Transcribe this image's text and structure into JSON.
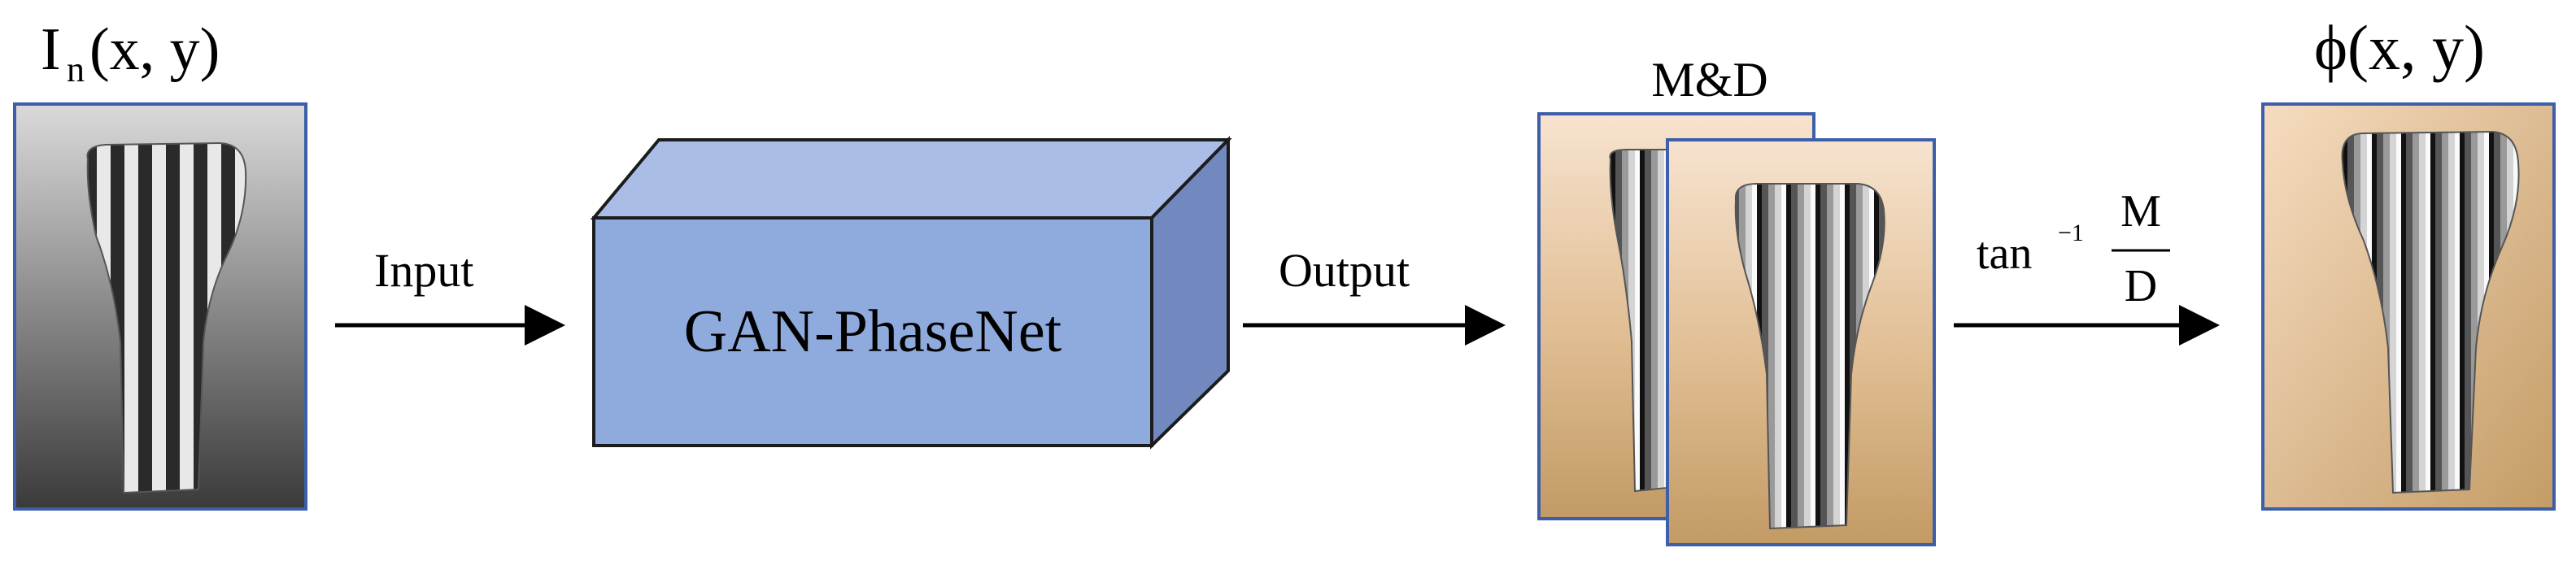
{
  "labels": {
    "input_title_main": "I",
    "input_title_sub": "n",
    "input_title_args": "(x, y)",
    "input_arrow": "Input",
    "network": "GAN-PhaseNet",
    "output_arrow": "Output",
    "md_title": "M&D",
    "formula_func": "tan",
    "formula_exp": "−1",
    "formula_numerator": "M",
    "formula_denominator": "D",
    "result_title": "ϕ(x, y)"
  },
  "colors": {
    "panel_border": "#3d5ea8",
    "box_front": "#8faadc",
    "box_top": "#a9bde6",
    "box_side": "#7189be",
    "box_edge": "#1c1c1c",
    "arrow": "#000000",
    "fringe_input_bg_top": "#dadada",
    "fringe_input_bg_bottom": "#3a3a3a",
    "fringe_output_bg_top": "#f7e3cf",
    "fringe_output_bg_bottom": "#c29a64"
  },
  "icons": {
    "input_image": "fringe-pattern-grayscale",
    "m_image": "fringe-pattern-m",
    "d_image": "fringe-pattern-d",
    "phase_image": "wrapped-phase-map"
  }
}
